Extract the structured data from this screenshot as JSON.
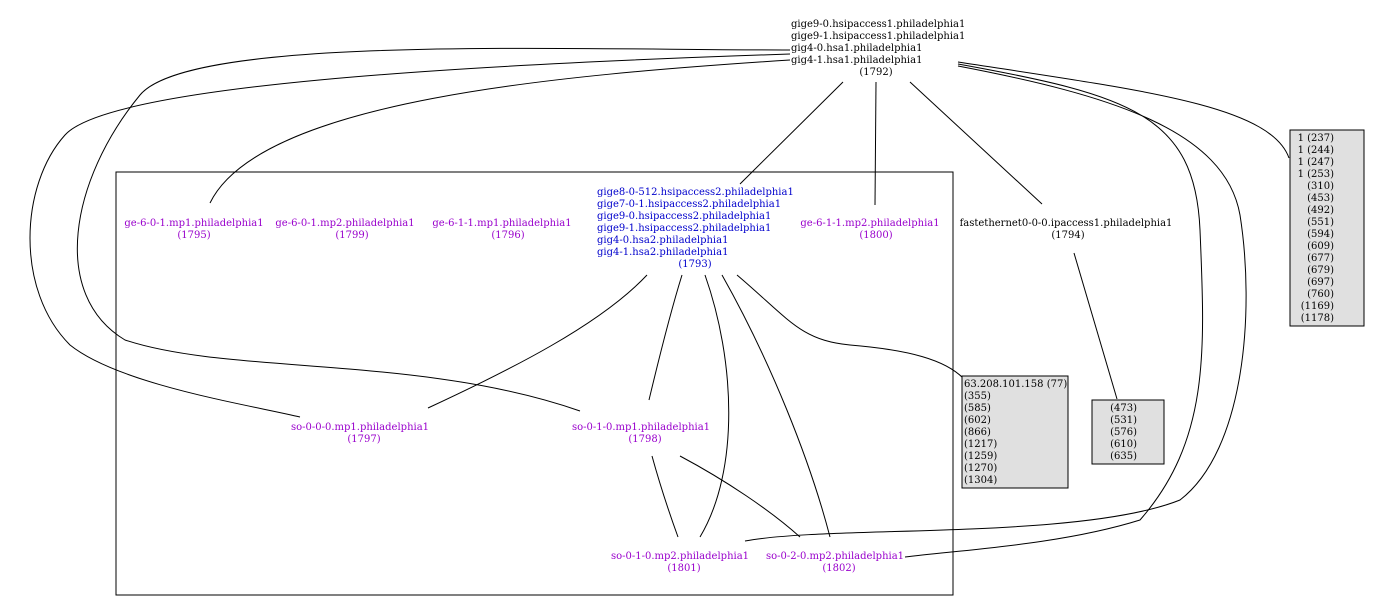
{
  "colors": {
    "black": "#000000",
    "blue": "#0000cc",
    "purple": "#9900cc",
    "box_fill": "#e0e0e0",
    "background": "#ffffff"
  },
  "nodes": {
    "top": {
      "lines": [
        "gige9-0.hsipaccess1.philadelphia1",
        "gige9-1.hsipaccess1.philadelphia1",
        "gig4-0.hsa1.philadelphia1",
        "gig4-1.hsa1.philadelphia1"
      ],
      "id": "(1792)"
    },
    "hsipaccess2": {
      "lines": [
        "gige8-0-512.hsipaccess2.philadelphia1",
        "gige7-0-1.hsipaccess2.philadelphia1",
        "gige9-0.hsipaccess2.philadelphia1",
        "gige9-1.hsipaccess2.philadelphia1",
        "gig4-0.hsa2.philadelphia1",
        "gig4-1.hsa2.philadelphia1"
      ],
      "id": "(1793)"
    },
    "ge601mp1": {
      "label": "ge-6-0-1.mp1.philadelphia1",
      "id": "(1795)"
    },
    "ge601mp2": {
      "label": "ge-6-0-1.mp2.philadelphia1",
      "id": "(1799)"
    },
    "ge611mp1": {
      "label": "ge-6-1-1.mp1.philadelphia1",
      "id": "(1796)"
    },
    "ge611mp2": {
      "label": "ge-6-1-1.mp2.philadelphia1",
      "id": "(1800)"
    },
    "fastethernet": {
      "label": "fastethernet0-0-0.ipaccess1.philadelphia1",
      "id": "(1794)"
    },
    "so000mp1": {
      "label": "so-0-0-0.mp1.philadelphia1",
      "id": "(1797)"
    },
    "so010mp1": {
      "label": "so-0-1-0.mp1.philadelphia1",
      "id": "(1798)"
    },
    "so010mp2": {
      "label": "so-0-1-0.mp2.philadelphia1",
      "id": "(1801)"
    },
    "so020mp2": {
      "label": "so-0-2-0.mp2.philadelphia1",
      "id": "(1802)"
    }
  },
  "boxes": {
    "right_list": [
      "1 (237)",
      "1 (244)",
      "1 (247)",
      "1 (253)",
      "(310)",
      "(453)",
      "(492)",
      "(551)",
      "(594)",
      "(609)",
      "(677)",
      "(679)",
      "(697)",
      "(760)",
      "(1169)",
      "(1178)"
    ],
    "ip_list": [
      "63.208.101.158 (77)",
      "(355)",
      "(585)",
      "(602)",
      "(866)",
      "(1217)",
      "(1259)",
      "(1270)",
      "(1304)"
    ],
    "fe_list": [
      "(473)",
      "(531)",
      "(576)",
      "(610)",
      "(635)"
    ]
  }
}
